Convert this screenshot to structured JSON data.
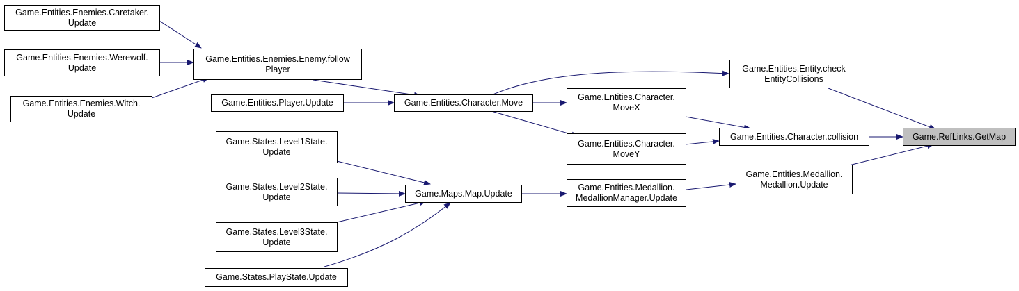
{
  "nodes": {
    "caretaker": "Game.Entities.Enemies.Caretaker.\nUpdate",
    "werewolf": "Game.Entities.Enemies.Werewolf.\nUpdate",
    "witch": "Game.Entities.Enemies.Witch.\nUpdate",
    "enemy_follow": "Game.Entities.Enemies.Enemy.follow\nPlayer",
    "player_update": "Game.Entities.Player.Update",
    "char_move": "Game.Entities.Character.Move",
    "movex": "Game.Entities.Character.\nMoveX",
    "movey": "Game.Entities.Character.\nMoveY",
    "check_coll": "Game.Entities.Entity.check\nEntityCollisions",
    "collision": "Game.Entities.Character.collision",
    "getmap": "Game.RefLinks.GetMap",
    "level1": "Game.States.Level1State.\nUpdate",
    "level2": "Game.States.Level2State.\nUpdate",
    "level3": "Game.States.Level3State.\nUpdate",
    "playstate": "Game.States.PlayState.Update",
    "map_update": "Game.Maps.Map.Update",
    "medal_mgr": "Game.Entities.Medallion.\nMedallionManager.Update",
    "medal_update": "Game.Entities.Medallion.\nMedallion.Update"
  },
  "colors": {
    "edge": "#191970",
    "root_fill": "#bfbfbf",
    "node_border": "#000000"
  }
}
